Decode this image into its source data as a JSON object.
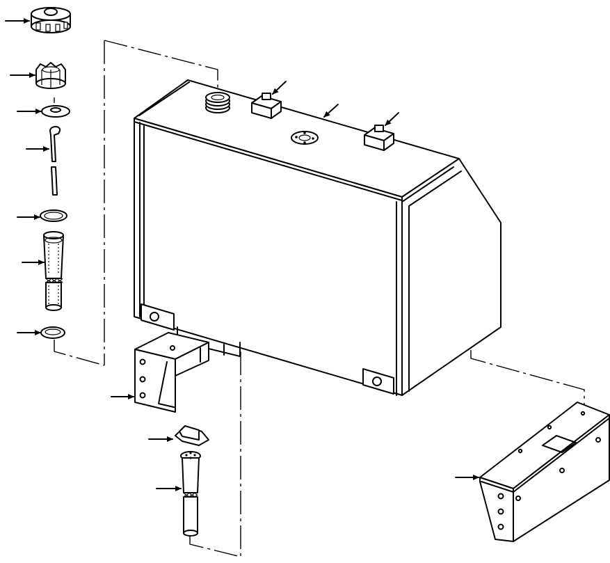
{
  "diagram": {
    "callouts": [
      {
        "id": "filler-cap-vented"
      },
      {
        "id": "filler-cap"
      },
      {
        "id": "gasket"
      },
      {
        "id": "dipstick"
      },
      {
        "id": "strainer-retainer-top"
      },
      {
        "id": "strainer"
      },
      {
        "id": "strainer-retainer-bottom"
      },
      {
        "id": "mounting-block-left"
      },
      {
        "id": "fuel-tank"
      },
      {
        "id": "mounting-block-right"
      },
      {
        "id": "left-bracket"
      },
      {
        "id": "sender-cover"
      },
      {
        "id": "fuel-level-sender"
      },
      {
        "id": "right-bracket"
      }
    ]
  }
}
